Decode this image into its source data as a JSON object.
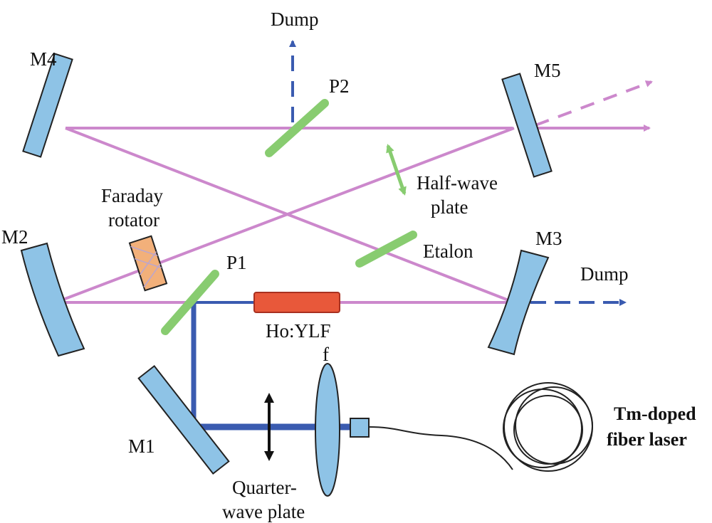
{
  "labels": {
    "m1": "M1",
    "m2": "M2",
    "m3": "M3",
    "m4": "M4",
    "m5": "M5",
    "p1": "P1",
    "p2": "P2",
    "dump_top": "Dump",
    "dump_right": "Dump",
    "faraday_line1": "Faraday",
    "faraday_line2": "rotator",
    "halfwave_line1": "Half-wave",
    "halfwave_line2": "plate",
    "etalon": "Etalon",
    "crystal": "Ho:YLF",
    "lens": "f",
    "quarterwave_line1": "Quarter-",
    "quarterwave_line2": "wave plate",
    "fiber_line1": "Tm-doped",
    "fiber_line2": "fiber laser"
  },
  "colors": {
    "cavity_beam": "#cc88cc",
    "pump_beam": "#3a5bb0",
    "mirror_fill": "#8ec3e6",
    "polarizer": "#88cc70",
    "crystal": "#e8583a",
    "faraday": "#f2b07a",
    "outline": "#222222"
  }
}
